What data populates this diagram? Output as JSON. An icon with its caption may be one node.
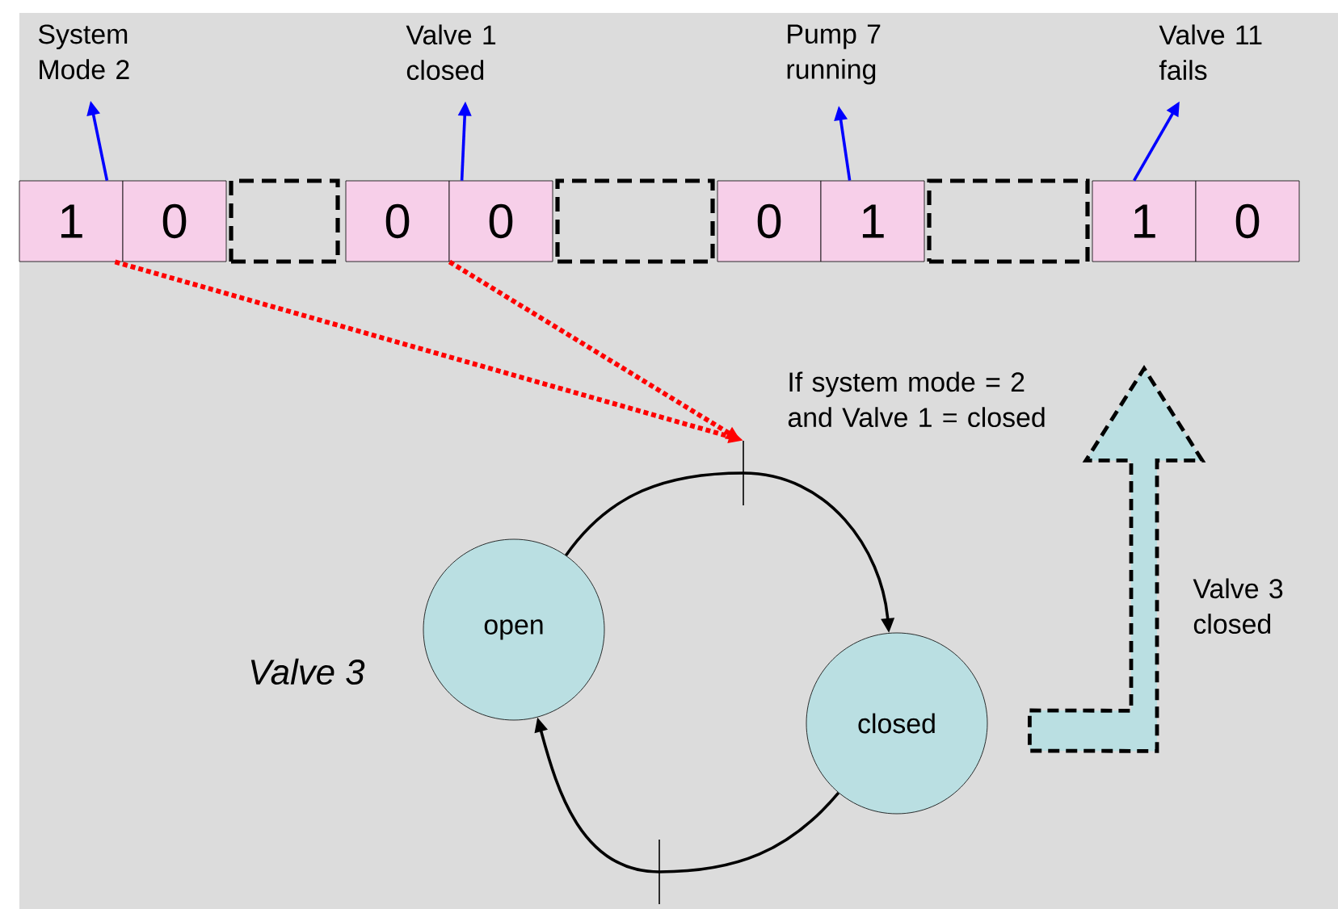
{
  "diagram": {
    "nodes": [
      {
        "text": [
          "1"
        ]
      },
      {
        "text": [
          "0"
        ]
      },
      {
        "text": [],
        "shape": "box"
      },
      {
        "text": [
          "0"
        ]
      },
      {
        "text": [
          "0"
        ]
      },
      {
        "text": [],
        "shape": "box"
      },
      {
        "text": [
          "0"
        ]
      },
      {
        "text": [
          "1"
        ]
      },
      {
        "text": [],
        "shape": "box"
      },
      {
        "text": [
          "1"
        ]
      },
      {
        "text": [
          "0"
        ]
      },
      {
        "text": [
          "System Mode 2"
        ]
      },
      {
        "text": [
          "Valve 1 closed"
        ]
      },
      {
        "text": [
          "Pump 7 running"
        ]
      },
      {
        "text": [
          "Valve 11 fails"
        ]
      },
      {
        "text": [],
        "shape": "bar",
        "beside": [
          "If system mode = 2 and Valve 1 = closed"
        ]
      },
      {
        "text": [
          "open"
        ]
      },
      {
        "text": [
          "closed"
        ]
      },
      {
        "text": [],
        "shape": "bar"
      }
    ],
    "edges": [
      {
        "from": 0,
        "to": 11,
        "arrow": "to",
        "color": "#0000ff"
      },
      {
        "from": 4,
        "to": 12,
        "arrow": "to",
        "color": "#0000ff"
      },
      {
        "from": 7,
        "to": 13,
        "arrow": "to",
        "color": "#0000ff"
      },
      {
        "from": 9,
        "to": 14,
        "arrow": "to",
        "color": "#0000ff"
      },
      {
        "from": 0,
        "to": 15,
        "arrow": "to",
        "style": "dashed",
        "color": "#ff0000"
      },
      {
        "from": 3,
        "to": 15,
        "arrow": "to",
        "style": "dashed",
        "color": "#ff0000"
      },
      {
        "from": 16,
        "to": 15,
        "arrow": "none",
        "color": "#000000"
      },
      {
        "from": 15,
        "to": 17,
        "arrow": "to",
        "color": "#000000"
      },
      {
        "from": 17,
        "to": 18,
        "arrow": "none",
        "color": "#000000"
      },
      {
        "from": 18,
        "to": 16,
        "arrow": "to",
        "color": "#000000"
      },
      {
        "from": 17,
        "to": 9,
        "arrow": "to",
        "style": "dashed"
      }
    ],
    "labels": [
      "Valve 3",
      "Valve 3 closed"
    ]
  }
}
